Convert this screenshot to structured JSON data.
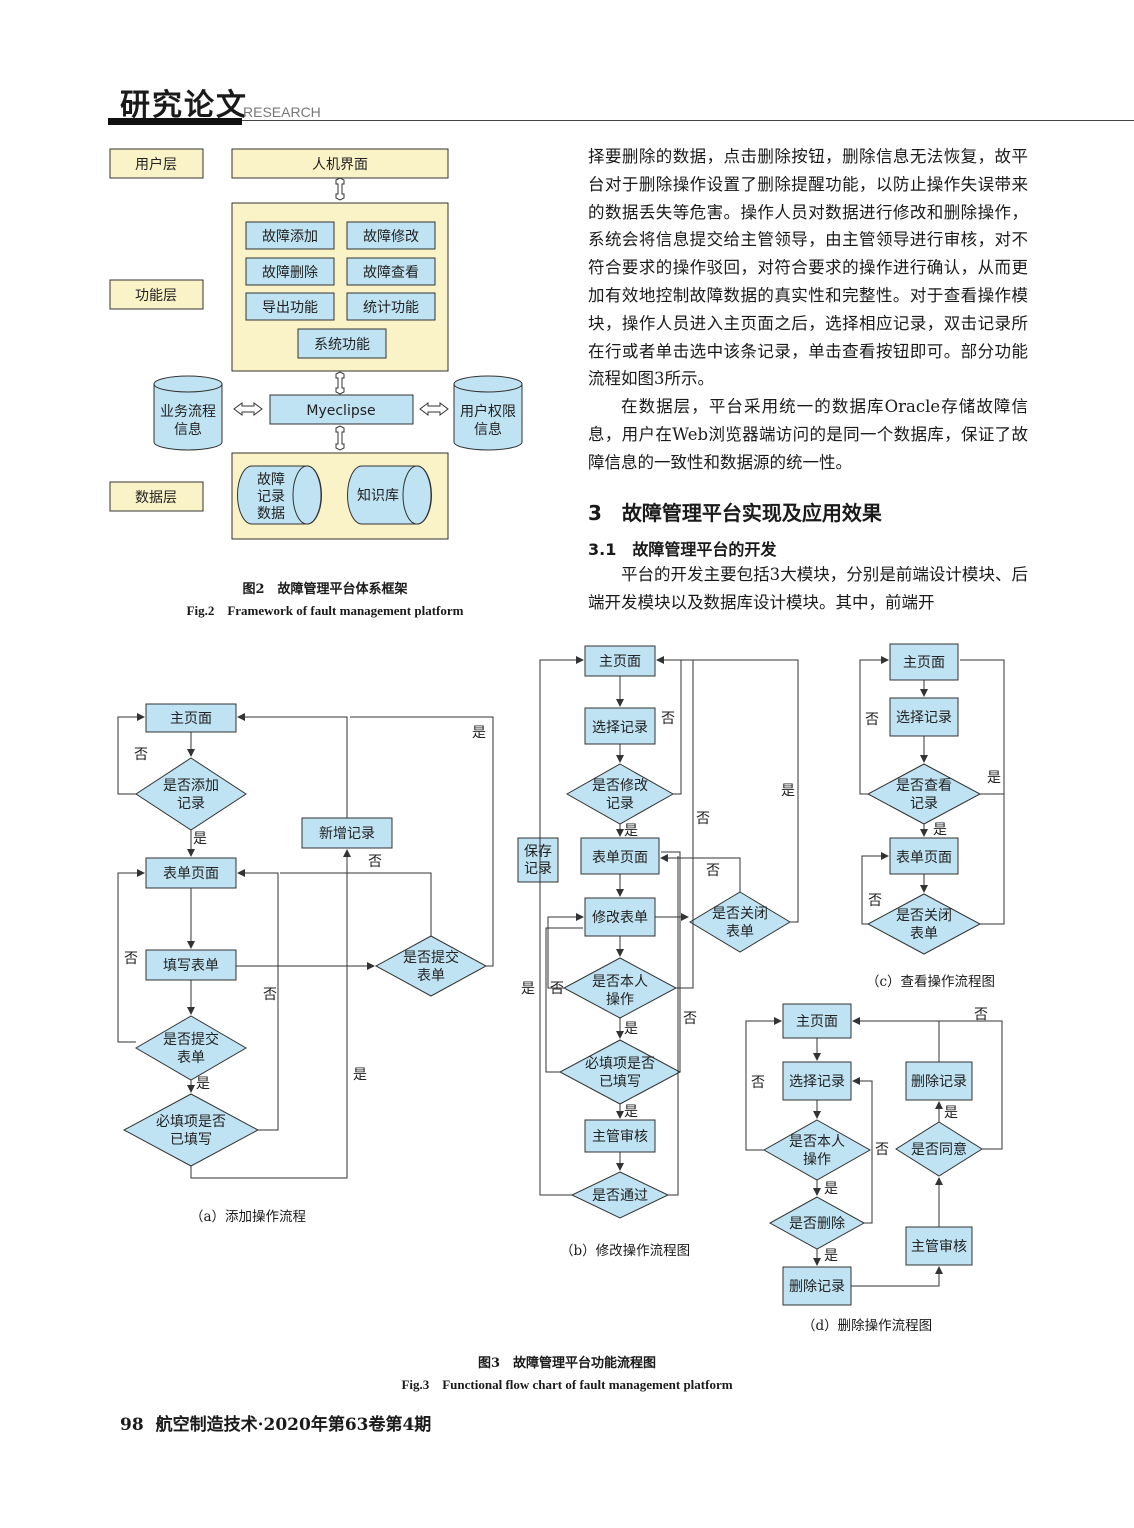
{
  "header": {
    "title": "研究论文",
    "subtitle": "RESEARCH"
  },
  "fig2": {
    "layers": {
      "user": "用户层",
      "function": "功能层",
      "data": "数据层"
    },
    "ui": "人机界面",
    "functions": [
      "故障添加",
      "故障修改",
      "故障删除",
      "故障查看",
      "导出功能",
      "统计功能",
      "系统功能"
    ],
    "middleware": "Myeclipse",
    "left_db": [
      "业务流程",
      "信息"
    ],
    "right_db": [
      "用户权限",
      "信息"
    ],
    "fault_db": [
      "故障",
      "记录",
      "数据"
    ],
    "knowledge_db": "知识库",
    "caption_cn": "图2　故障管理平台体系框架",
    "caption_en": "Fig.2　Framework of fault management platform"
  },
  "body": {
    "para1": "择要删除的数据，点击删除按钮，删除信息无法恢复，故平台对于删除操作设置了删除提醒功能，以防止操作失误带来的数据丢失等危害。操作人员对数据进行修改和删除操作，系统会将信息提交给主管领导，由主管领导进行审核，对不符合要求的操作驳回，对符合要求的操作进行确认，从而更加有效地控制故障数据的真实性和完整性。对于查看操作模块，操作人员进入主页面之后，选择相应记录，双击记录所在行或者单击选中该条记录，单击查看按钮即可。部分功能流程如图3所示。",
    "para2": "在数据层，平台采用统一的数据库Oracle存储故障信息，用户在Web浏览器端访问的是同一个数据库，保证了故障信息的一致性和数据源的统一性。",
    "section": "3　故障管理平台实现及应用效果",
    "subsection": "3.1　故障管理平台的开发",
    "para3": "平台的开发主要包括3大模块，分别是前端设计模块、后端开发模块以及数据库设计模块。其中，前端开"
  },
  "fig3": {
    "a": {
      "home": "主页面",
      "q_add": [
        "是否添加",
        "记录"
      ],
      "form": "表单页面",
      "fill": "填写表单",
      "q_submit": [
        "是否提交",
        "表单"
      ],
      "q_required": [
        "必填项是否",
        "已填写"
      ],
      "new_record": "新增记录",
      "q_submit2": [
        "是否提交",
        "表单"
      ],
      "caption": "（a）添加操作流程"
    },
    "b": {
      "home": "主页面",
      "select": "选择记录",
      "q_modify": [
        "是否修改",
        "记录"
      ],
      "form": "表单页面",
      "edit": "修改表单",
      "q_self": [
        "是否本人",
        "操作"
      ],
      "q_required": [
        "必填项是否",
        "已填写"
      ],
      "review": "主管审核",
      "q_pass": "是否通过",
      "save": [
        "保存",
        "记录"
      ],
      "q_close": [
        "是否关闭",
        "表单"
      ],
      "caption": "（b）修改操作流程图"
    },
    "c": {
      "home": "主页面",
      "select": "选择记录",
      "q_view": [
        "是否查看",
        "记录"
      ],
      "form": "表单页面",
      "q_close": [
        "是否关闭",
        "表单"
      ],
      "caption": "（c）查看操作流程图"
    },
    "d": {
      "home": "主页面",
      "select": "选择记录",
      "q_self": [
        "是否本人",
        "操作"
      ],
      "q_delete": "是否删除",
      "delete": "删除记录",
      "review": "主管审核",
      "q_agree": "是否同意",
      "delete2": "删除记录",
      "caption": "（d）删除操作流程图"
    },
    "yes": "是",
    "no": "否",
    "caption_cn": "图3　故障管理平台功能流程图",
    "caption_en": "Fig.3　Functional flow chart of fault management platform"
  },
  "footer": {
    "page": "98",
    "journal": "航空制造技术·2020年第63卷第4期"
  },
  "colors": {
    "box_fill": "#bfe3f2",
    "panel_fill": "#fbf3c8",
    "stroke": "#333333"
  }
}
